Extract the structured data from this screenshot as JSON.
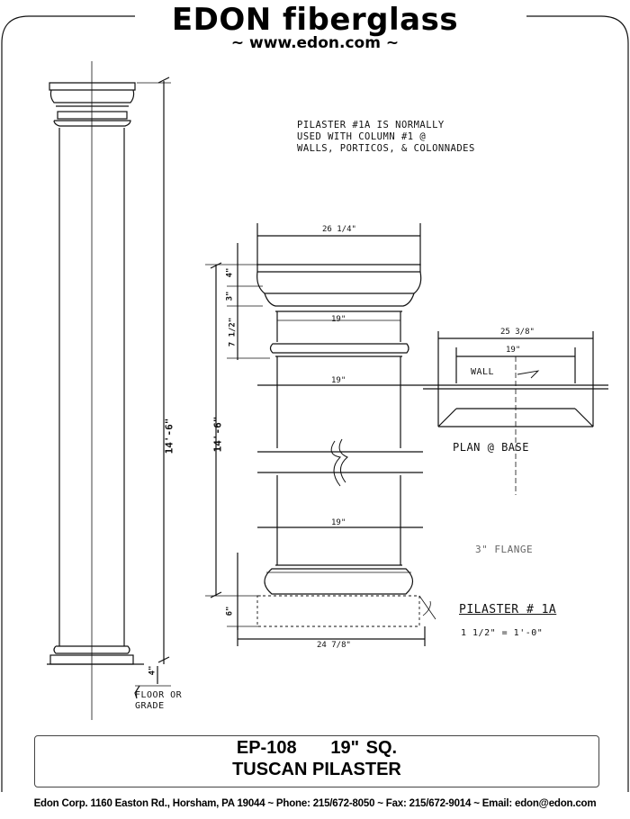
{
  "header": {
    "brand": "EDON fiberglass",
    "url": "~ www.edon.com ~"
  },
  "drawing": {
    "note_lines": [
      "PILASTER #1A IS NORMALLY",
      "USED WITH COLUMN #1 @",
      "WALLS, PORTICOS, & COLONNADES"
    ],
    "overall_height": "14'-6\"",
    "shaft_height": "14'-6\"",
    "base_height_left": "4\"",
    "cap_width": "26 1/4\"",
    "cap_dim_top": "4\"",
    "cap_dim_mid": "3\"",
    "cap_dim_lower": "7 1/2\"",
    "neck_width": "19\"",
    "shaft_width_top": "19\"",
    "shaft_width_bottom": "19\"",
    "base_height": "6\"",
    "base_width": "24 7/8\"",
    "plan_outer_width": "25 3/8\"",
    "plan_inner_width": "19\"",
    "wall_label": "WALL",
    "plan_label": "PLAN @ BASE",
    "flange_label": "3\" FLANGE",
    "pilaster_label": "PILASTER # 1A",
    "scale_label": "1 1/2\" = 1'-0\"",
    "floor_label": [
      "FLOOR OR",
      "GRADE"
    ]
  },
  "title": {
    "line1": "EP-108     19\" SQ.",
    "line2": "TUSCAN PILASTER"
  },
  "footer": "Edon Corp. 1160 Easton Rd., Horsham, PA 19044 ~ Phone: 215/672-8050 ~ Fax: 215/672-9014 ~ Email: edon@edon.com"
}
